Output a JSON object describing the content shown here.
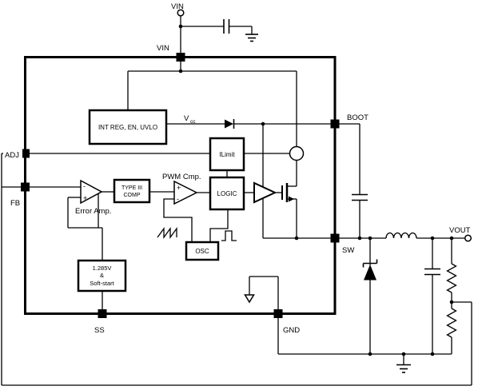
{
  "diagram": {
    "kind": "buck-regulator-block-diagram",
    "colors": {
      "line": "#000000",
      "background": "#ffffff"
    },
    "terminals": {
      "vin": "VIN",
      "vout": "VOUT"
    },
    "pins": {
      "vin": "VIN",
      "boot": "BOOT",
      "adj": "ADJ",
      "fb": "FB",
      "ss": "SS",
      "gnd": "GND",
      "sw": "SW"
    },
    "blocks": {
      "int_reg": "INT REG, EN, UVLO",
      "ilimit": "ILimit",
      "logic": "LOGIC",
      "type3": [
        "TYPE III",
        "COMP"
      ],
      "osc": "OSC",
      "ref": [
        "1.285V",
        "&",
        "Soft-start"
      ]
    },
    "labels": {
      "error_amp": "Error Amp.",
      "pwm_cmp": "PWM Cmp.",
      "vcc_main": "V",
      "vcc_sub": "cc",
      "plus": "+",
      "minus": "-"
    }
  }
}
